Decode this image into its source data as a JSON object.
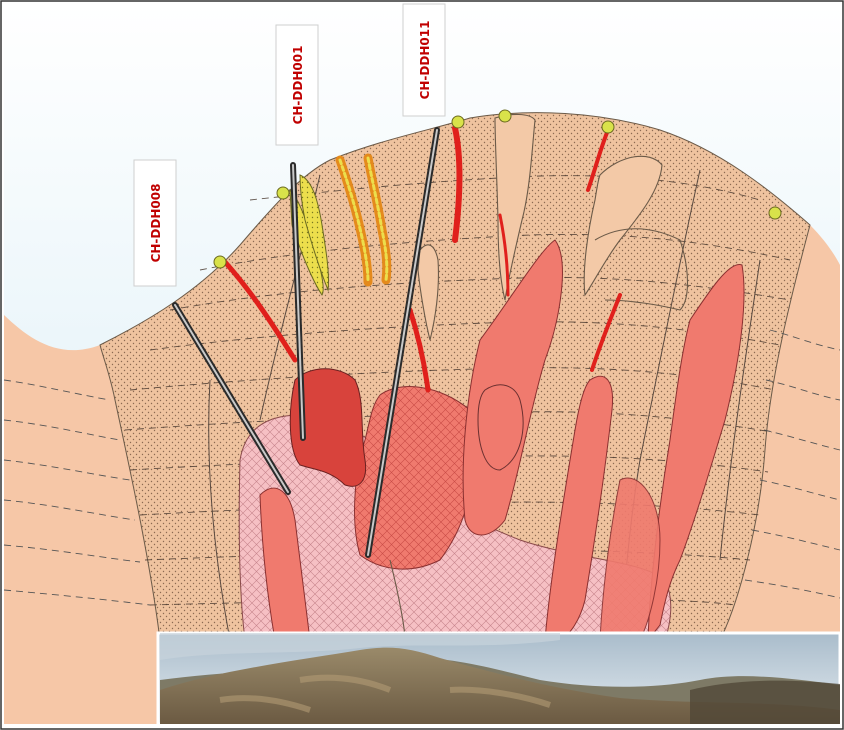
{
  "drill_holes": [
    {
      "id": "ch-ddh008",
      "label": "CH-DDH008"
    },
    {
      "id": "ch-ddh001",
      "label": "CH-DDH001"
    },
    {
      "id": "ch-ddh011",
      "label": "CH-DDH011"
    }
  ],
  "photo_inset": {
    "subject": "mountain-hillside-photo"
  },
  "colors": {
    "sky_top": "#ffffff",
    "sky_bottom": "#d6ecf5",
    "host_rock": "#f6c7a7",
    "dotted_zone": "#efc39f",
    "red_zone": "#f07a6e",
    "dark_red_zone": "#d8433c",
    "pink_zone": "#f6c0c4",
    "vein_red": "#e0201c",
    "vein_yellow": "#ecde4c",
    "vein_orange": "#e48a1c",
    "collar_marker": "#d9e24a",
    "label_text": "#c00000"
  }
}
